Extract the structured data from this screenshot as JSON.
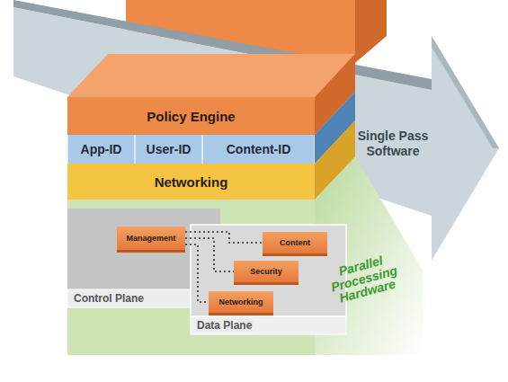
{
  "diagram": {
    "nodes": [
      {
        "text": [
          "Policy Engine"
        ]
      },
      {
        "text": [
          "App-ID"
        ]
      },
      {
        "text": [
          "User-ID"
        ]
      },
      {
        "text": [
          "Content-ID"
        ]
      },
      {
        "text": [
          "Networking"
        ]
      },
      {
        "text": [
          "Parallel Processing Hardware"
        ]
      },
      {
        "text": [
          "Control Plane"
        ],
        "in": 5
      },
      {
        "text": [
          "Management"
        ],
        "in": 6
      },
      {
        "text": [
          "Data Plane"
        ],
        "in": 5
      },
      {
        "text": [
          "Content"
        ],
        "in": 8
      },
      {
        "text": [
          "Security"
        ],
        "in": 8
      },
      {
        "text": [
          "Networking"
        ],
        "in": 8
      },
      {
        "text": [
          "Single Pass Software"
        ]
      }
    ],
    "edges": [
      {
        "from": 7,
        "to": 9,
        "arrow": "none"
      },
      {
        "from": 7,
        "to": 10,
        "arrow": "none"
      },
      {
        "from": 7,
        "to": 11,
        "arrow": "none"
      }
    ]
  }
}
